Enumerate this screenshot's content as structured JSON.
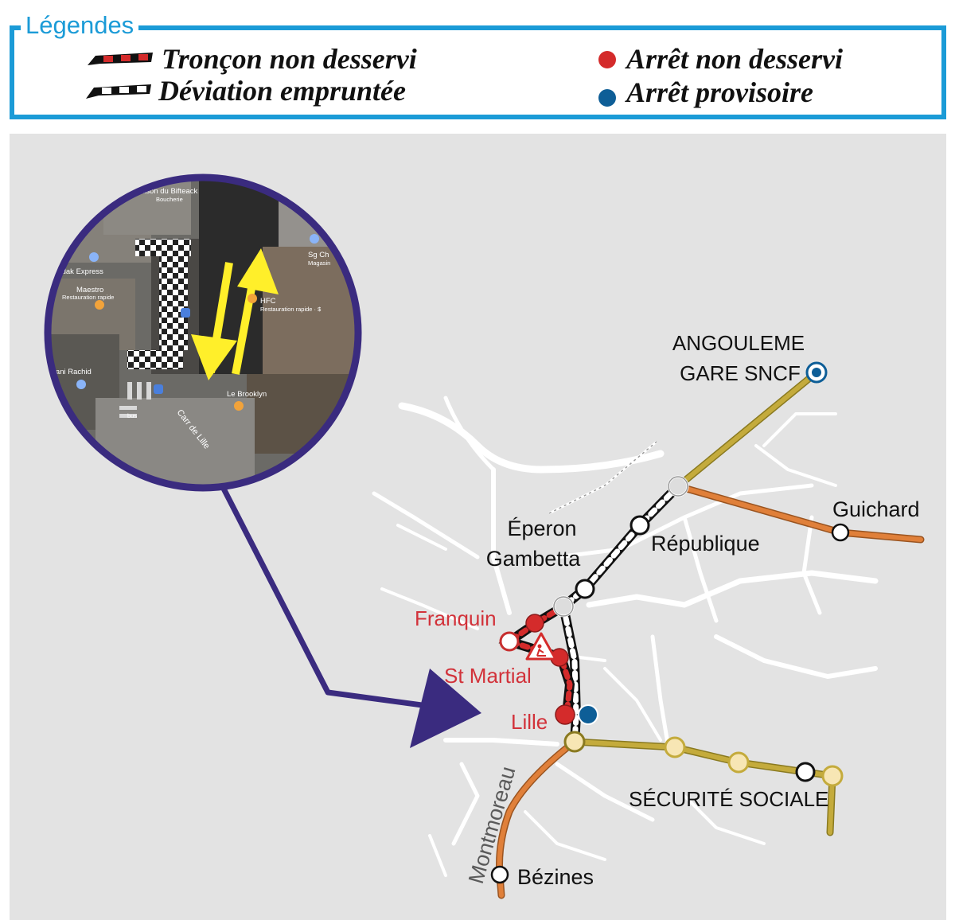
{
  "legend": {
    "title": "Légendes",
    "items": [
      {
        "label": "Tronçon non desservi"
      },
      {
        "label": "Déviation empruntée"
      },
      {
        "label": "Arrêt non desservi"
      },
      {
        "label": "Arrêt provisoire"
      }
    ]
  },
  "inset": {
    "labels": {
      "place1": "Maison du Bifteack",
      "place1b": "Boucherie",
      "place2": "Sg Ch",
      "place2b": "Magasin",
      "place3": "Kodak Express",
      "place4": "Maestro",
      "place4b": "Restauration rapide",
      "place5": "HFC",
      "place5b": "Restauration rapide · $",
      "place6": "mani Rachid",
      "place7": "Le Brooklyn",
      "street": "Carr de Lille",
      "bus": "bus"
    }
  },
  "map": {
    "stops": {
      "gare_line1": "ANGOULEME",
      "gare_line2": "GARE SNCF",
      "guichard": "Guichard",
      "eperon_line1": "Éperon",
      "eperon_line2": "Gambetta",
      "republique": "République",
      "franquin": "Franquin",
      "st_martial": "St Martial",
      "lille": "Lille",
      "securite": "SÉCURITÉ SOCIALE",
      "bezines": "Bézines"
    },
    "street": "Montmoreau"
  },
  "colors": {
    "legend_border": "#1b9bd7",
    "red_stop": "#d42b2b",
    "blue_stop": "#0e5e97",
    "olive_line": "#c4ab3c",
    "orange_line": "#e0803a",
    "inset_border": "#3a2b7f",
    "yellow_arrow": "#ffef2a",
    "red_label": "#d2323a"
  },
  "icons": [
    "roadworks-warning-icon",
    "location-pin-icon",
    "restaurant-pin-icon",
    "bus-stop-icon"
  ]
}
